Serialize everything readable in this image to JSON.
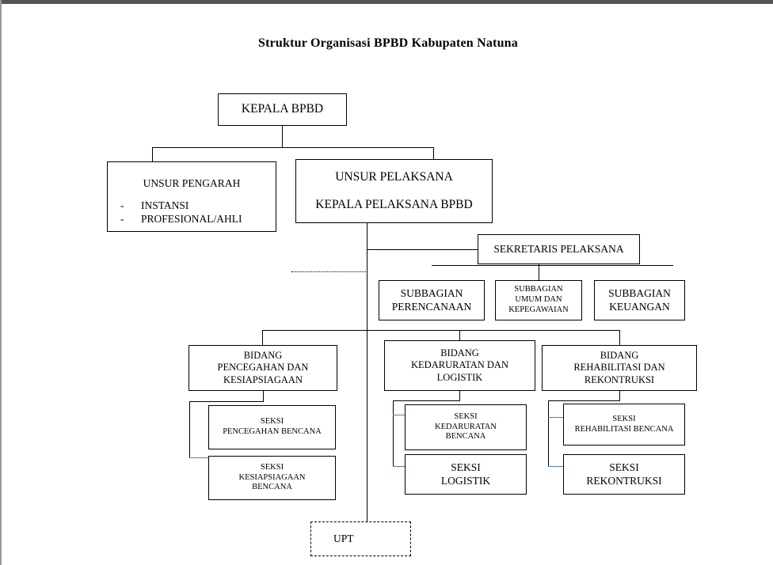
{
  "page": {
    "title": "Struktur Organisasi BPBD Kabupaten Natuna",
    "accent_color": "#4f7fb5",
    "line_color": "#000000",
    "background": "#ffffff"
  },
  "chart_data": {
    "type": "diagram",
    "subtype": "organizational-chart",
    "title": "Struktur Organisasi BPBD Kabupaten Natuna",
    "nodes": [
      {
        "id": "kepala",
        "label": "KEPALA BPBD",
        "level": 0
      },
      {
        "id": "pengarah",
        "label": "UNSUR PENGARAH",
        "level": 1,
        "items": [
          "INSTANSI",
          "PROFESIONAL/AHLI"
        ]
      },
      {
        "id": "pelaksana",
        "label": "UNSUR PELAKSANA",
        "label2": "KEPALA PELAKSANA BPBD",
        "level": 1
      },
      {
        "id": "sekretaris",
        "label": "SEKRETARIS PELAKSANA",
        "level": 2
      },
      {
        "id": "subbag-perencanaan",
        "label": "SUBBAGIAN PERENCANAAN",
        "level": 3
      },
      {
        "id": "subbag-umum",
        "label": "SUBBAGIAN UMUM DAN KEPEGAWAIAN",
        "level": 3
      },
      {
        "id": "subbag-keuangan",
        "label": "SUBBAGIAN KEUANGAN",
        "level": 3
      },
      {
        "id": "bidang-pencegahan",
        "label": "BIDANG PENCEGAHAN DAN KESIAPSIAGAAN",
        "level": 3
      },
      {
        "id": "bidang-kedaruratan",
        "label": "BIDANG KEDARURATAN DAN LOGISTIK",
        "level": 3
      },
      {
        "id": "bidang-rehabilitasi",
        "label": "BIDANG REHABILITASI DAN REKONTRUKSI",
        "level": 3
      },
      {
        "id": "seksi-pencegahan",
        "label": "SEKSI PENCEGAHAN BENCANA",
        "level": 4
      },
      {
        "id": "seksi-kesiapsiagaan",
        "label": "SEKSI KESIAPSIAGAAN BENCANA",
        "level": 4
      },
      {
        "id": "seksi-kedaruratan",
        "label": "SEKSI KEDARURATAN BENCANA",
        "level": 4
      },
      {
        "id": "seksi-logistik",
        "label": "SEKSI LOGISTIK",
        "level": 4
      },
      {
        "id": "seksi-rehabilitasi",
        "label": "SEKSI REHABILITASI BENCANA",
        "level": 4
      },
      {
        "id": "seksi-rekontruksi",
        "label": "SEKSI REKONTRUKSI",
        "level": 4
      },
      {
        "id": "upt",
        "label": "UPT",
        "level": 4,
        "style": "dashed"
      }
    ],
    "edges": [
      {
        "from": "kepala",
        "to": "pengarah"
      },
      {
        "from": "kepala",
        "to": "pelaksana"
      },
      {
        "from": "pelaksana",
        "to": "sekretaris"
      },
      {
        "from": "sekretaris",
        "to": "subbag-perencanaan"
      },
      {
        "from": "sekretaris",
        "to": "subbag-umum"
      },
      {
        "from": "sekretaris",
        "to": "subbag-keuangan"
      },
      {
        "from": "pelaksana",
        "to": "bidang-pencegahan"
      },
      {
        "from": "pelaksana",
        "to": "bidang-kedaruratan"
      },
      {
        "from": "pelaksana",
        "to": "bidang-rehabilitasi"
      },
      {
        "from": "bidang-pencegahan",
        "to": "seksi-pencegahan"
      },
      {
        "from": "bidang-pencegahan",
        "to": "seksi-kesiapsiagaan"
      },
      {
        "from": "bidang-kedaruratan",
        "to": "seksi-kedaruratan"
      },
      {
        "from": "bidang-kedaruratan",
        "to": "seksi-logistik"
      },
      {
        "from": "bidang-rehabilitasi",
        "to": "seksi-rehabilitasi"
      },
      {
        "from": "bidang-rehabilitasi",
        "to": "seksi-rekontruksi"
      },
      {
        "from": "pelaksana",
        "to": "upt"
      },
      {
        "from": "pelaksana",
        "to": "",
        "style": "dotted",
        "note": "dotted coordination line"
      }
    ]
  },
  "boxes": {
    "kepala": {
      "line1": "KEPALA BPBD"
    },
    "pengarah": {
      "line1": "UNSUR PENGARAH",
      "dash1": "-",
      "item1": "INSTANSI",
      "dash2": "-",
      "item2": "PROFESIONAL/AHLI"
    },
    "pelaksana": {
      "line1": "UNSUR PELAKSANA",
      "line2": "KEPALA PELAKSANA BPBD"
    },
    "sekretaris": {
      "line1": "SEKRETARIS PELAKSANA"
    },
    "subbag_perencanaan": {
      "line1": "SUBBAGIAN",
      "line2": "PERENCANAAN"
    },
    "subbag_umum": {
      "line1": "SUBBAGIAN",
      "line2": "UMUM DAN",
      "line3": "KEPEGAWAIAN"
    },
    "subbag_keuangan": {
      "line1": "SUBBAGIAN",
      "line2": "KEUANGAN"
    },
    "bidang_pencegahan": {
      "line1": "BIDANG",
      "line2": "PENCEGAHAN DAN",
      "line3": "KESIAPSIAGAAN"
    },
    "bidang_kedaruratan": {
      "line1": "BIDANG",
      "line2": "KEDARURATAN DAN",
      "line3": "LOGISTIK"
    },
    "bidang_rehabilitasi": {
      "line1": "BIDANG",
      "line2": "REHABILITASI DAN",
      "line3": "REKONTRUKSI"
    },
    "seksi_pencegahan": {
      "line1": "SEKSI",
      "line2": "PENCEGAHAN BENCANA"
    },
    "seksi_kesiapsiagaan": {
      "line1": "SEKSI",
      "line2": "KESIAPSIAGAAN",
      "line3": "BENCANA"
    },
    "seksi_kedaruratan": {
      "line1": "SEKSI",
      "line2": "KEDARURATAN",
      "line3": "BENCANA"
    },
    "seksi_logistik": {
      "line1": "SEKSI",
      "line2": "LOGISTIK"
    },
    "seksi_rehabilitasi": {
      "line1": "SEKSI",
      "line2": "REHABILITASI BENCANA"
    },
    "seksi_rekontruksi": {
      "line1": "SEKSI",
      "line2": "REKONTRUKSI"
    },
    "upt": {
      "line1": "UPT"
    }
  }
}
